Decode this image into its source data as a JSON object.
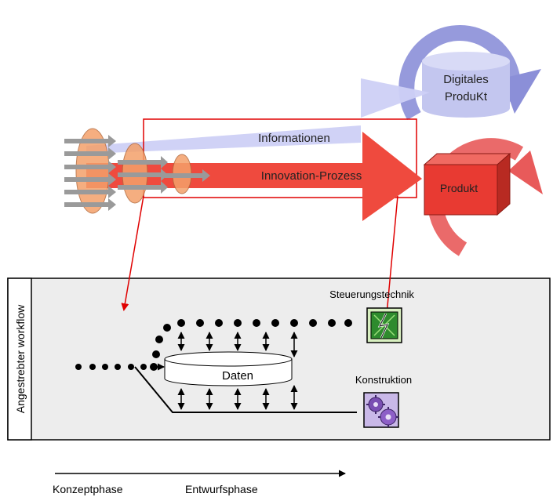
{
  "labels": {
    "digitales_produkt_line1": "Digitales",
    "digitales_produkt_line2": "ProduKt",
    "informationen": "Informationen",
    "innovation_prozess": "Innovation-Prozess",
    "produkt": "Produkt",
    "workflow_side": "Angestrebter workflow",
    "steuerungstechnik": "Steuerungstechnik",
    "konstruktion": "Konstruktion",
    "daten": "Daten",
    "konzeptphase": "Konzeptphase",
    "entwurfsphase": "Entwurfsphase"
  },
  "colors": {
    "info_arrow": "#cdd0f5",
    "blue_cycle": "#8b8fd8",
    "digital_drum": "#c3c6ef",
    "red_arrow": "#ef4a3e",
    "red_cycle": "#e85a5a",
    "produkt_box": "#e83a32",
    "ellipse_fill": "#f4a06a",
    "gray_arrow": "#9a9a9a",
    "panel_bg": "#ededed",
    "connector_red": "#e00000"
  },
  "icons": {
    "steuerungstechnik": "circuit-board-icon",
    "konstruktion": "gears-icon"
  }
}
